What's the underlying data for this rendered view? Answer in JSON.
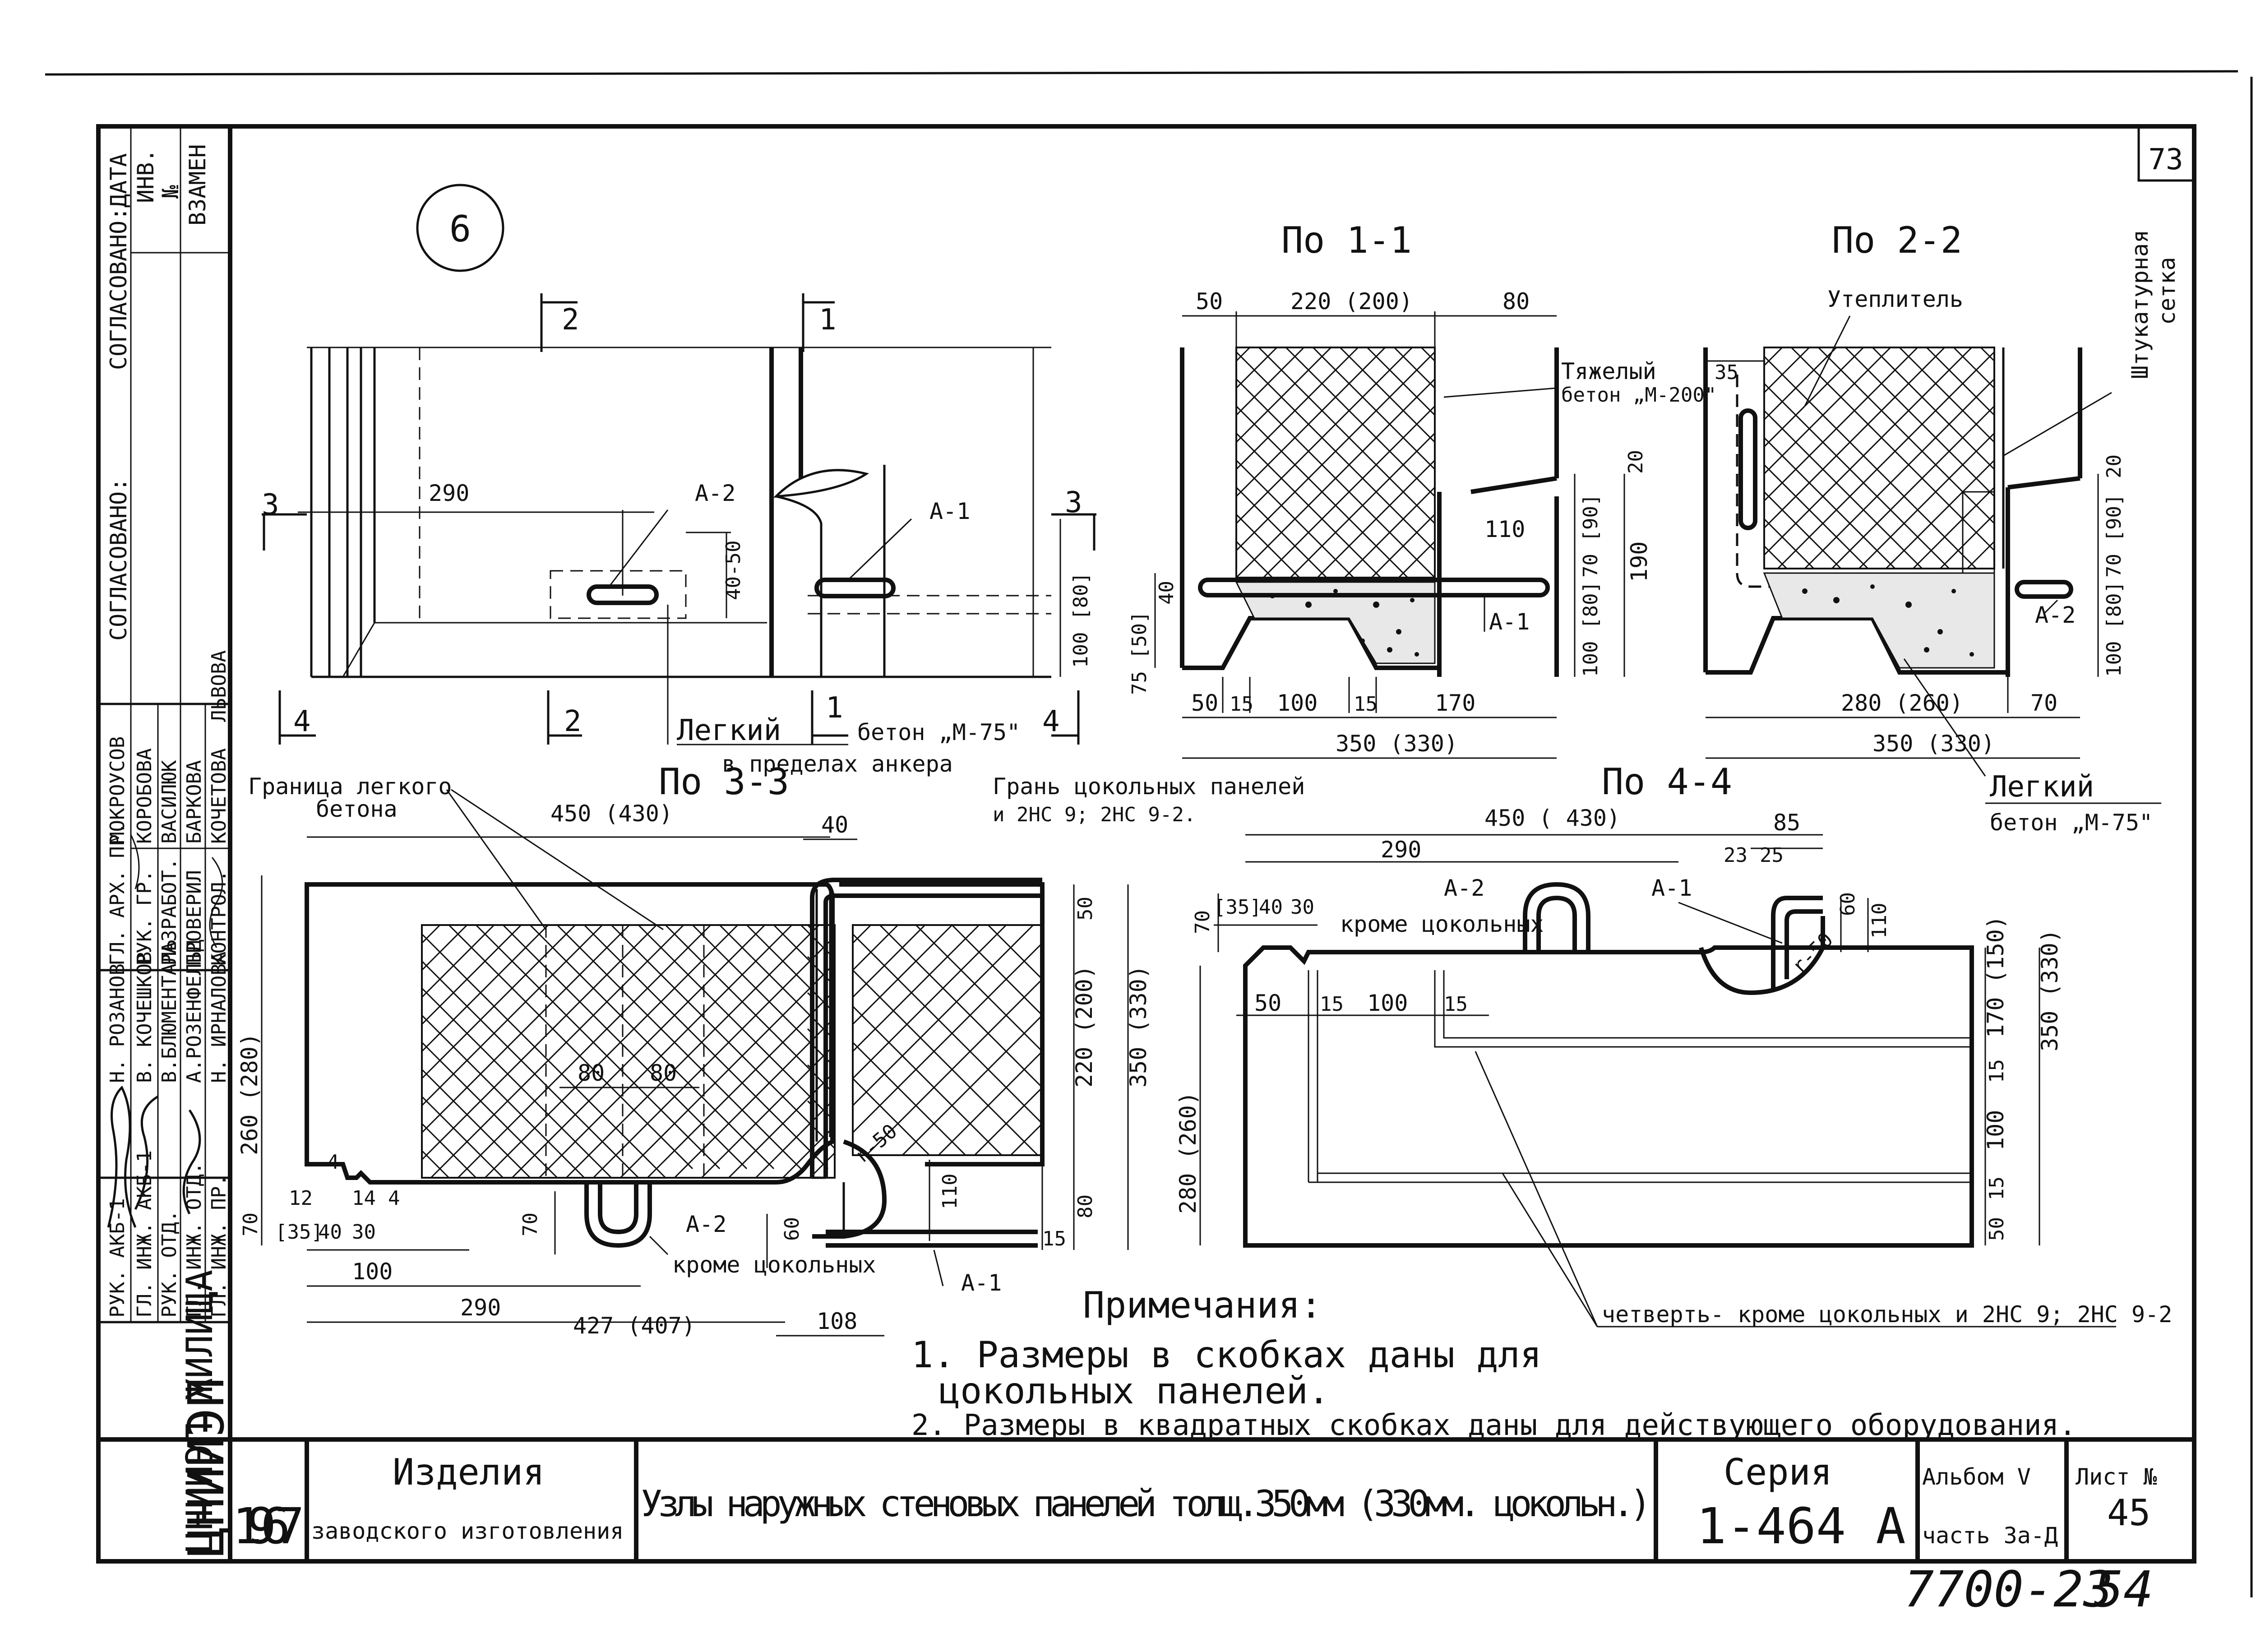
{
  "sheet": {
    "circle_number": "6",
    "page_number": "73",
    "bottom_numbers": [
      "7700-23",
      "54"
    ]
  },
  "stamp_column": {
    "top_labels": [
      "СОГЛАСОВАНО:",
      "СОГЛАСОВАНО:",
      "ДАТА",
      "ИНВ.",
      "№",
      "ВЗАМЕН"
    ],
    "roles_col1": [
      "РУК. АКБ-1",
      "ГЛ. ИНЖ. АКБ-1",
      "РУК. ОТД.",
      "ГЛ. ИНЖ. ОТД."
    ],
    "names_col1": [
      "Н. РОЗАНОВ",
      "В. КОЧЕШКОВ",
      "В.БЛЮМЕНТАЛЬ",
      "А.РОЗЕНФЕЛЬД"
    ],
    "roles_col2": [
      "ГЛ. АРХ. ПР.",
      "РУК. ГР.",
      "РАЗРАБОТ.",
      "ПРОВЕРИЛ"
    ],
    "names_col2": [
      "МОКРОУСОВ",
      "КОРОБОВА",
      "ВАСИЛЮК",
      "БАРКОВА"
    ],
    "roles_col3": [
      "ГЛ. ИНЖ. ПР.",
      "КОНТРОЛ.",
      "ЛЬВОВА"
    ],
    "names_col3": [
      "Н. ИРНАЛОВА",
      "КОЧЕТОВА"
    ],
    "org_name": "ЦНИИЭП ЖИЛИЩА"
  },
  "views": {
    "elevation": {
      "marks": [
        "2",
        "1",
        "3",
        "3",
        "4",
        "2",
        "1",
        "4"
      ],
      "dims": [
        "290",
        "40-50",
        "100 [80]"
      ],
      "labels": [
        "А-2",
        "А-1"
      ],
      "caption_1": "Легкий",
      "caption_2": "бетон „М-75\"",
      "caption_3": "в пределах анкера"
    },
    "section_1_1": {
      "title": "По 1-1",
      "dims_top": [
        "50",
        "220 (200)",
        "80"
      ],
      "dims_bottom": [
        "50",
        "15",
        "100",
        "15",
        "170"
      ],
      "dim_total": "350 (330)",
      "dims_right": [
        "20",
        "110",
        "70 [90]",
        "190",
        "100 [80]"
      ],
      "dims_left": [
        "40",
        "75 [50]"
      ],
      "labels": [
        "Тяжелый",
        "бетон „М-200\"",
        "А-1"
      ]
    },
    "section_2_2": {
      "title": "По 2-2",
      "labels": [
        "Утеплитель",
        "Штукатурная",
        "сетка",
        "А-2"
      ],
      "dims": [
        "35",
        "20",
        "70 [90]",
        "100 [80]",
        "280 (260)",
        "70",
        "350 (330)"
      ],
      "caption_1": "Легкий",
      "caption_2": "бетон „М-75\""
    },
    "section_3_3": {
      "title": "По 3-3",
      "label_boundary_1": "Граница легкого",
      "label_boundary_2": "бетона",
      "label_face_1": "Грань цокольных панелей",
      "label_face_2": "и 2НС 9; 2НС 9-2.",
      "dims": [
        "450 (430)",
        "40",
        "80",
        "80",
        "260 (280)",
        "50",
        "220 (200)",
        "350 (330)",
        "80",
        "110",
        "60",
        "70",
        "70",
        "15",
        "12",
        "4",
        "14",
        "4",
        "[35]",
        "40",
        "30",
        "100",
        "290",
        "427 (407)",
        "108",
        "r-50"
      ],
      "labels": [
        "А-2",
        "кроме цокольных",
        "А-1"
      ]
    },
    "section_4_4": {
      "title": "По 4-4",
      "dims": [
        "450 ( 430)",
        "85",
        "290",
        "23",
        "25",
        "[35]",
        "40",
        "30",
        "70",
        "60",
        "110",
        "170 (150)",
        "350 (330)",
        "280 (260)",
        "50",
        "15",
        "100",
        "15",
        "15",
        "100",
        "15",
        "50",
        "r-50"
      ],
      "labels": [
        "А-2",
        "кроме цокольных",
        "А-1"
      ],
      "quarter_note": "четверть- кроме цокольных и 2НС 9; 2НС 9-2"
    }
  },
  "notes": {
    "heading": "Примечания:",
    "items": [
      "1. Размеры в скобках даны для",
      "цокольных панелей.",
      "2. Размеры в квадратных скобках даны для действующего оборудования."
    ]
  },
  "title_block": {
    "org": "ЦНИИЭП",
    "year": "1967",
    "category_1": "Изделия",
    "category_2": "заводского изготовления",
    "title": "Узлы наружных стеновых панелей толщ.350мм (330мм. цокольн.)",
    "series_label": "Серия",
    "series_value": "1-464 А",
    "album_label": "Альбом V",
    "part_label": "часть 3а-Д",
    "sheet_label": "Лист №",
    "sheet_value": "45"
  }
}
